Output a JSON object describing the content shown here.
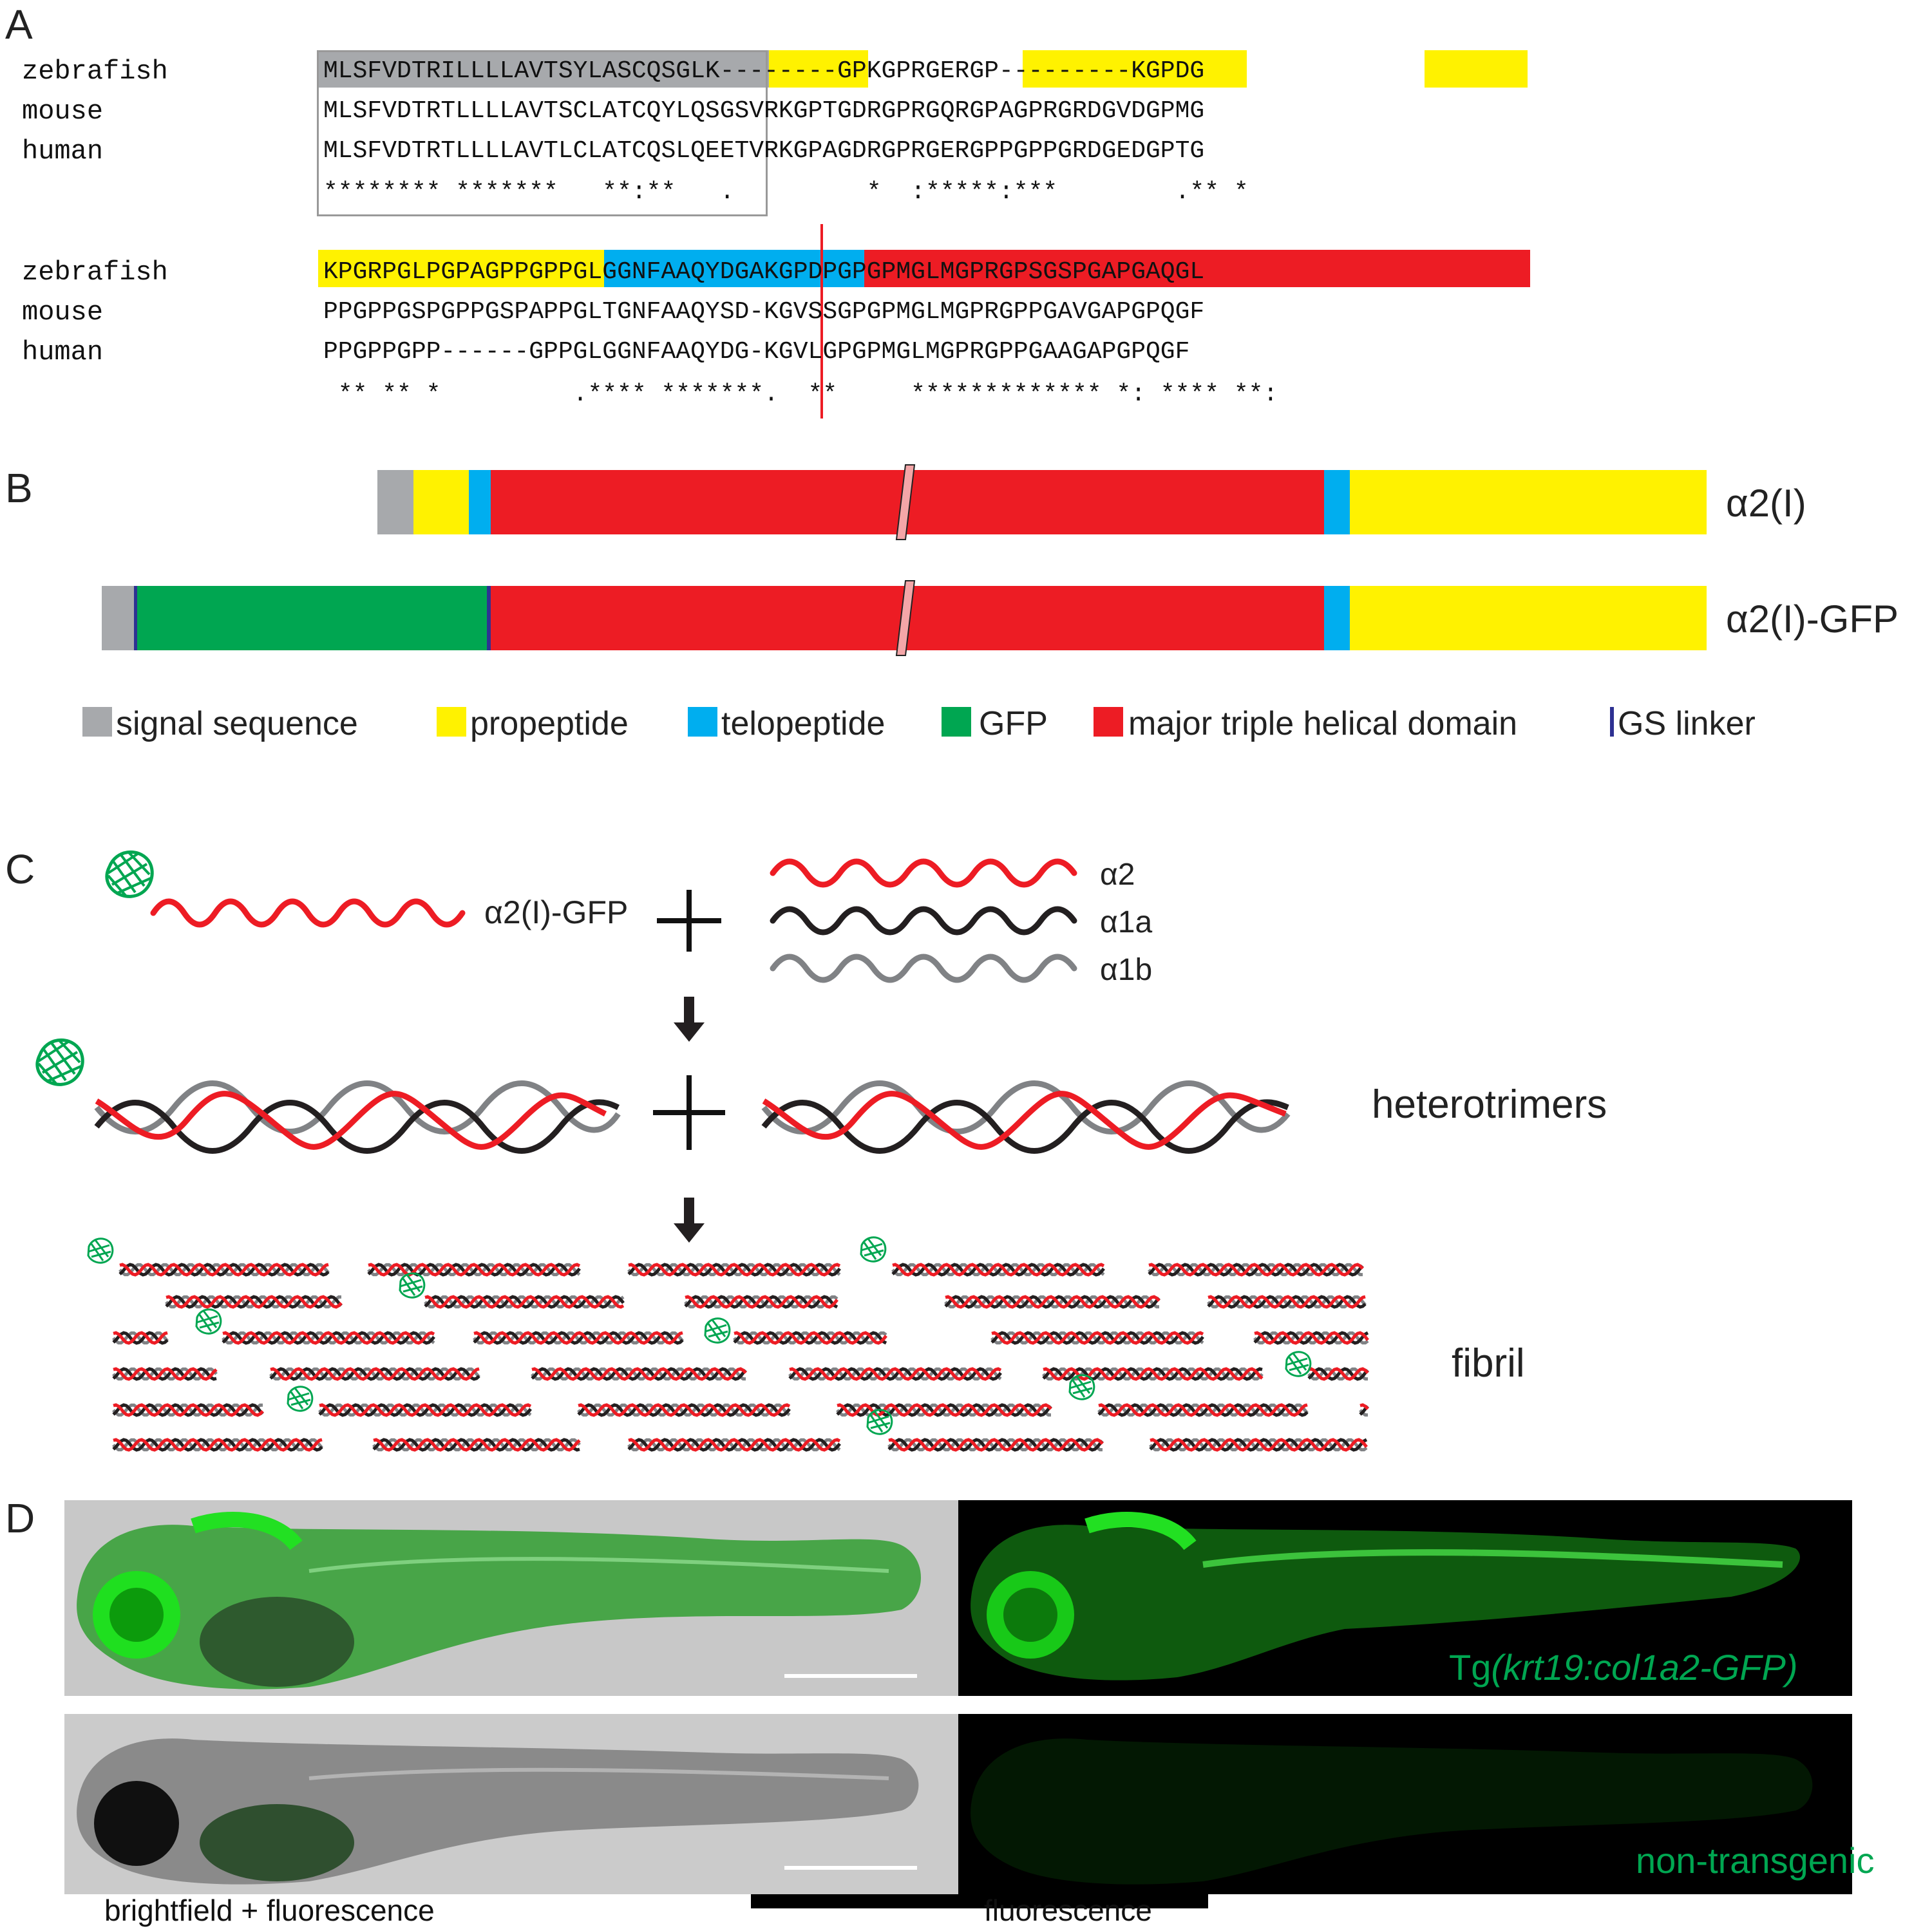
{
  "panels": {
    "a": "A",
    "b": "B",
    "c": "C",
    "d": "D"
  },
  "alignment": {
    "block1": {
      "species": [
        "zebrafish",
        "mouse",
        "human"
      ],
      "zebrafish": "MLSFVDTRILLLLAVTSYLASCQSGLK--------GPKGPRGERGP---------KGPDG",
      "mouse": "MLSFVDTRTLLLLAVTSCLATCQYLQSGSVRKGPTGDRGPRGQRGPAGPRGRDGVDGPMG",
      "human": "MLSFVDTRTLLLLAVTLCLATCQSLQEETVRKGPAGDRGPRGERGPPGPPGRDGEDGPTG",
      "consensus": "******** *******   **:**   .         *  :*****:***        .** *"
    },
    "block2": {
      "species": [
        "zebrafish",
        "mouse",
        "human"
      ],
      "zebrafish": "KPGRPGLPGPAGPPGPPGLGGNFAAQYDGAKGPDPGPGPMGLMGPRGPSGSPGAPGAQGL",
      "mouse": "PPGPPGSPGPPGSPAPPGLTGNFAAQYSD-KGVSSGPGPMGLMGPRGPPGAVGAPGPQGF",
      "human": "PPGPPGPP------GPPGLGGNFAAQYDG-KGVLGPGPMGLMGPRGPPGAAGAPGPQGF",
      "consensus": " ** ** *         .**** *******.  **     ************* *: **** **:"
    }
  },
  "domains": {
    "labels": [
      "α2(I)",
      "α2(I)-GFP"
    ],
    "legend": [
      {
        "key": "signal",
        "label": "signal sequence",
        "color": "#a7a9ac"
      },
      {
        "key": "propeptide",
        "label": "propeptide",
        "color": "#fff200"
      },
      {
        "key": "telopeptide",
        "label": "telopeptide",
        "color": "#00aeef"
      },
      {
        "key": "gfp",
        "label": "GFP",
        "color": "#00a651"
      },
      {
        "key": "helical",
        "label": "major triple helical domain",
        "color": "#ed1c24"
      },
      {
        "key": "linker",
        "label": "GS linker",
        "color": "#2e3192"
      }
    ]
  },
  "assembly": {
    "construct_label": "α2(I)-GFP",
    "chains": [
      "α2",
      "α1a",
      "α1b"
    ],
    "heterotrimers": "heterotrimers",
    "fibril": "fibril"
  },
  "photos": {
    "tg_label_prefix": "Tg",
    "tg_label_italic": "(krt19:col1a2-GFP)",
    "nontg_label": "non-transgenic",
    "caption_left": "brightfield + fluorescence",
    "caption_right": "fluorescence"
  },
  "colors": {
    "gray_highlight": "#a7a9ac",
    "yellow_highlight": "#fff200",
    "blue_highlight": "#00aeef",
    "red_highlight": "#ed1c24",
    "gfp_text": "#00a651"
  }
}
